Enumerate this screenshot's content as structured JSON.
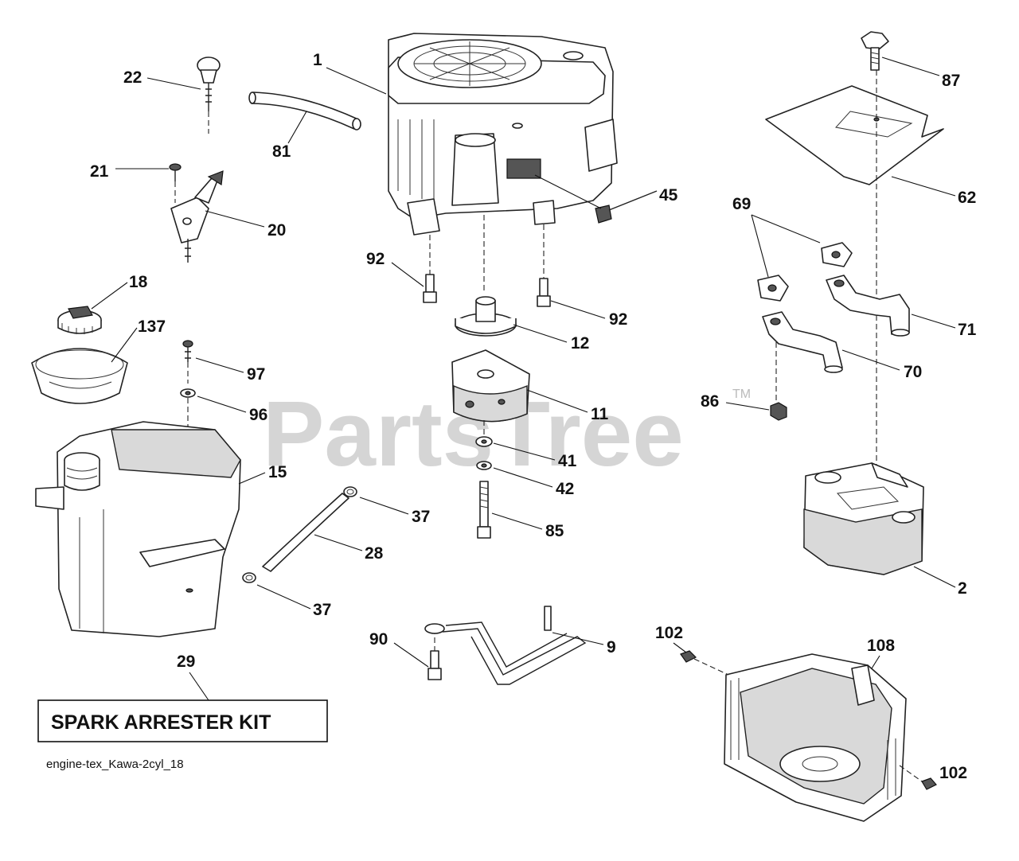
{
  "diagram": {
    "watermark": "PartsTree",
    "watermark_mark": "TM",
    "kit_box_label": "SPARK ARRESTER KIT",
    "diagram_code": "engine-tex_Kawa-2cyl_18",
    "callouts": [
      {
        "id": "c-1",
        "text": "1"
      },
      {
        "id": "c-87",
        "text": "87"
      },
      {
        "id": "c-22",
        "text": "22"
      },
      {
        "id": "c-81",
        "text": "81"
      },
      {
        "id": "c-21",
        "text": "21"
      },
      {
        "id": "c-20",
        "text": "20"
      },
      {
        "id": "c-45",
        "text": "45"
      },
      {
        "id": "c-62",
        "text": "62"
      },
      {
        "id": "c-69",
        "text": "69"
      },
      {
        "id": "c-92a",
        "text": "92"
      },
      {
        "id": "c-92b",
        "text": "92"
      },
      {
        "id": "c-18",
        "text": "18"
      },
      {
        "id": "c-137",
        "text": "137"
      },
      {
        "id": "c-12",
        "text": "12"
      },
      {
        "id": "c-71",
        "text": "71"
      },
      {
        "id": "c-97",
        "text": "97"
      },
      {
        "id": "c-70",
        "text": "70"
      },
      {
        "id": "c-86",
        "text": "86"
      },
      {
        "id": "c-96",
        "text": "96"
      },
      {
        "id": "c-11",
        "text": "11"
      },
      {
        "id": "c-41",
        "text": "41"
      },
      {
        "id": "c-15",
        "text": "15"
      },
      {
        "id": "c-42",
        "text": "42"
      },
      {
        "id": "c-37a",
        "text": "37"
      },
      {
        "id": "c-85",
        "text": "85"
      },
      {
        "id": "c-28",
        "text": "28"
      },
      {
        "id": "c-2",
        "text": "2"
      },
      {
        "id": "c-37b",
        "text": "37"
      },
      {
        "id": "c-90",
        "text": "90"
      },
      {
        "id": "c-9",
        "text": "9"
      },
      {
        "id": "c-102a",
        "text": "102"
      },
      {
        "id": "c-108",
        "text": "108"
      },
      {
        "id": "c-29",
        "text": "29"
      },
      {
        "id": "c-102b",
        "text": "102"
      }
    ]
  }
}
